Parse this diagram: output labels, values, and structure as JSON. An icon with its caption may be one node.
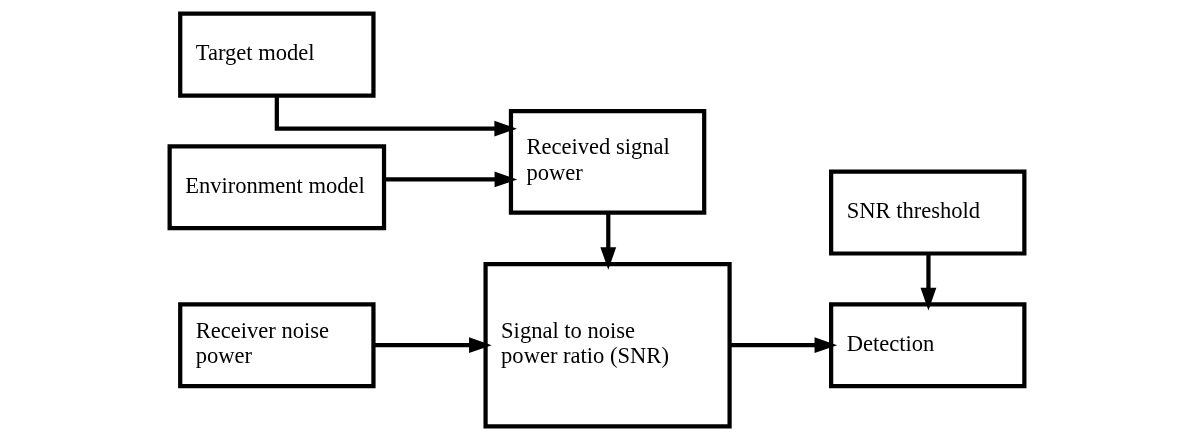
{
  "diagram": {
    "nodes": [
      {
        "text": [
          "Target model"
        ]
      },
      {
        "text": [
          "Environment model"
        ]
      },
      {
        "text": [
          "Received signal power"
        ]
      },
      {
        "text": [
          "Receiver noise power"
        ]
      },
      {
        "text": [
          "Signal to noise power ratio (SNR)"
        ]
      },
      {
        "text": [
          "Detection"
        ]
      },
      {
        "text": [
          "SNR threshold"
        ]
      }
    ],
    "edges": [
      {
        "from": 0,
        "to": 2,
        "arrow": "to"
      },
      {
        "from": 1,
        "to": 2,
        "arrow": "to"
      },
      {
        "from": 2,
        "to": 4,
        "arrow": "to"
      },
      {
        "from": 3,
        "to": 4,
        "arrow": "to"
      },
      {
        "from": 4,
        "to": 5,
        "arrow": "to"
      },
      {
        "from": 6,
        "to": 5,
        "arrow": "to"
      }
    ]
  }
}
